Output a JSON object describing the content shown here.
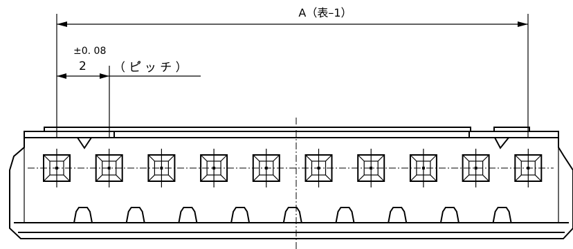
{
  "drawing": {
    "dimension_a_label": "A（表–1）",
    "pitch_tolerance": "±0. 08",
    "pitch_value": "2",
    "pitch_label": "（ ピ゚ ッ チ ）",
    "cavity_count": 10,
    "latch_count": 9
  }
}
